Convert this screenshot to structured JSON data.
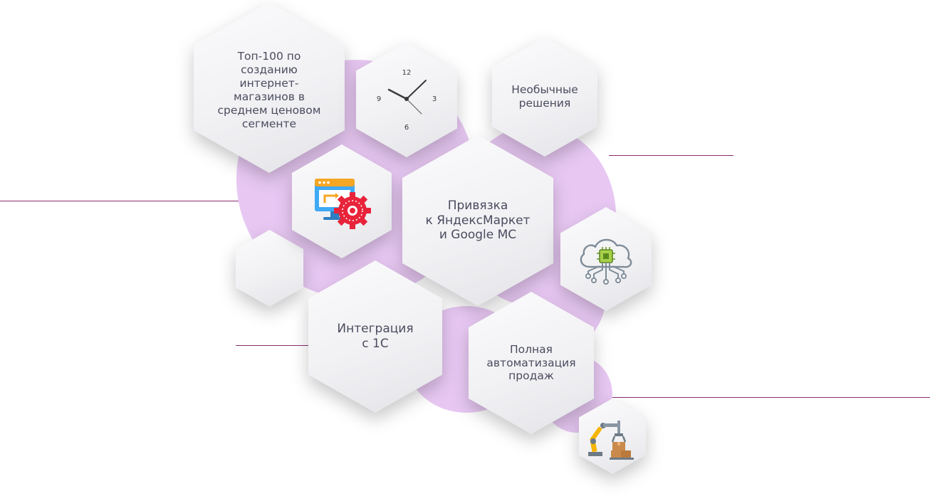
{
  "colors": {
    "blob": "#e8c8f3",
    "line": "#8a2a6e",
    "text": "#4a4b5e",
    "hex_light": "#fbfbfc",
    "hex_dark": "#e4e4e8"
  },
  "hexes": {
    "top100": {
      "label": "Топ-100 по\nсозданию\nинтернет-\nмагазинов в\nсреднем ценовом\nсегменте"
    },
    "unusual": {
      "label": "Необычные\nрешения"
    },
    "marketplace": {
      "label": "Привязка\nк ЯндексМаркет\nи Google MC"
    },
    "integration": {
      "label": "Интеграция\nс 1С"
    },
    "automation": {
      "label": "Полная\nавтоматизация\nпродаж"
    }
  },
  "clock": {
    "n12": "12",
    "n3": "3",
    "n6": "6",
    "n9": "9"
  },
  "icons": {
    "settings": "monitor-gear-icon",
    "cloud": "cloud-chip-icon",
    "robot": "robotic-arm-icon"
  }
}
